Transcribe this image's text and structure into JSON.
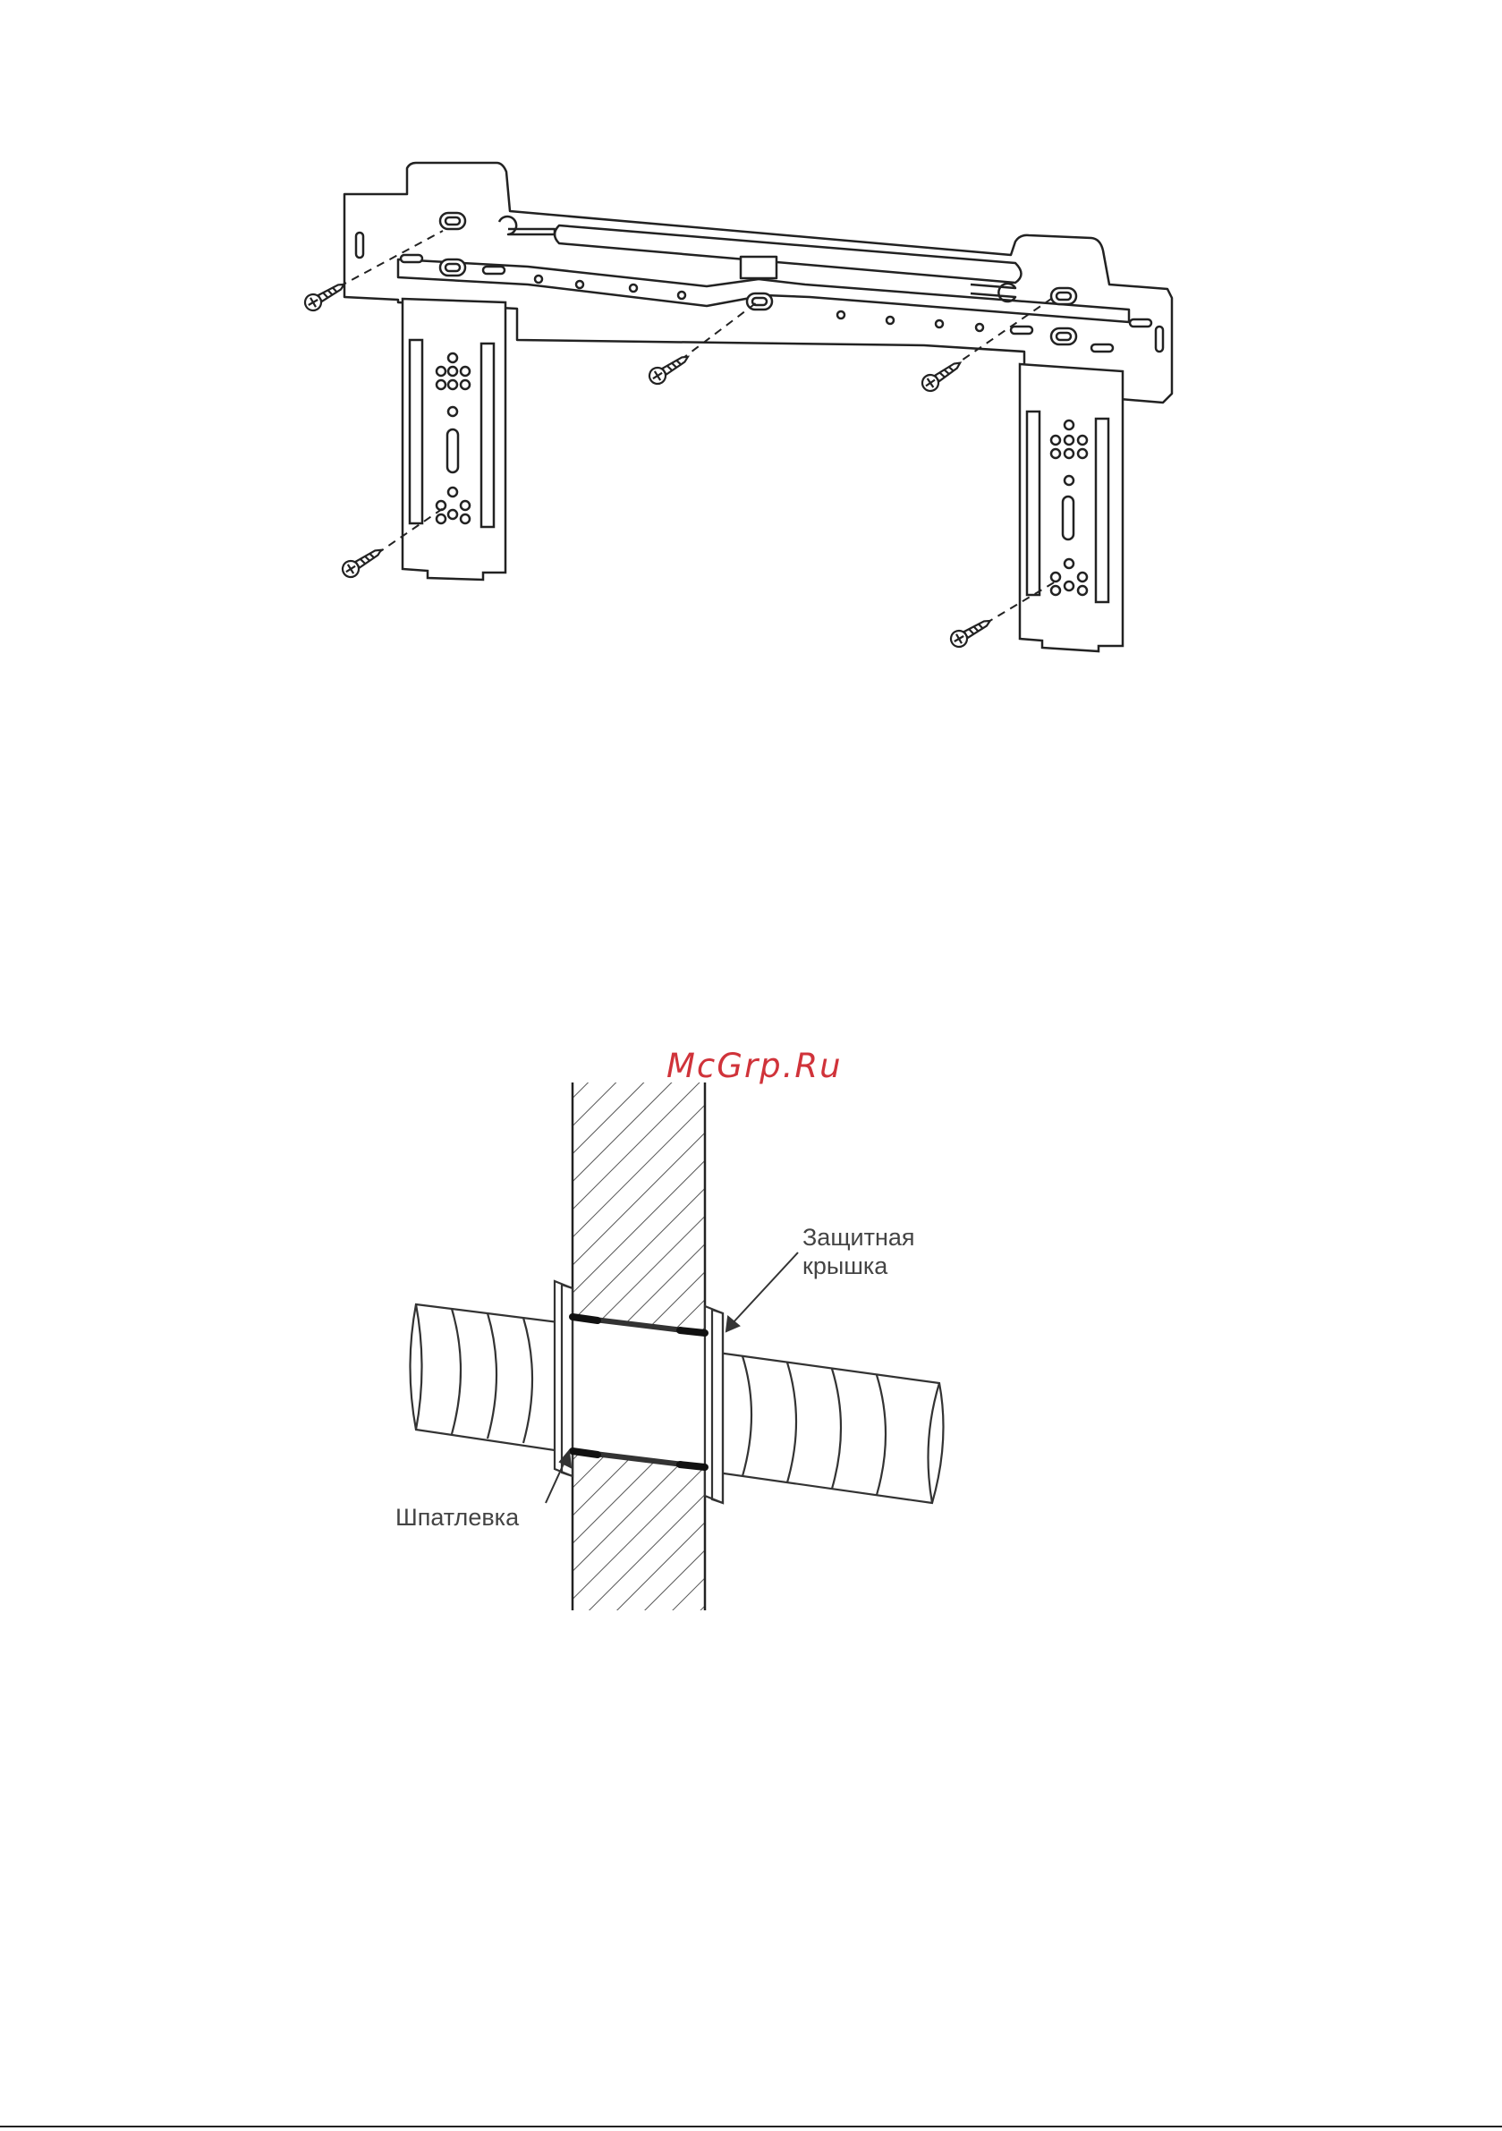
{
  "watermark": "McGrp.Ru",
  "figure_wall": {
    "labels": {
      "protective_cap": [
        "Защитная",
        "крышка"
      ],
      "putty": "Шпатлевка"
    }
  },
  "colors": {
    "line": "#222222",
    "watermark": "#d0333a",
    "label": "#444444"
  }
}
